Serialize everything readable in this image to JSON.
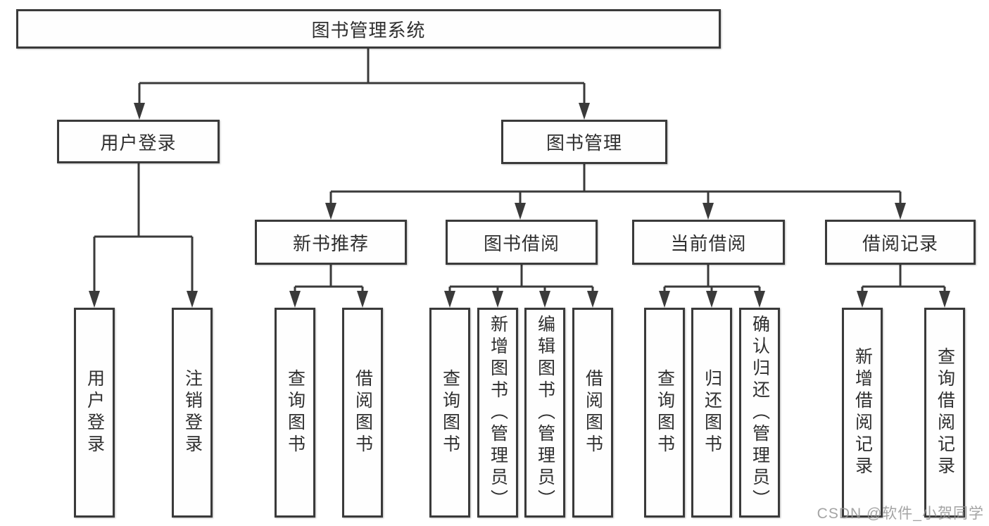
{
  "diagram": {
    "type": "hierarchy-tree",
    "colors": {
      "background": "#ffffff",
      "line": "#3a3a3a",
      "box_border": "#3a3a3a",
      "box_fill": "#fefefe",
      "text": "#2f2f2f",
      "watermark": "#949494"
    },
    "root": {
      "label": "图书管理系统"
    },
    "branches": [
      {
        "label": "用户登录",
        "children": [
          {
            "label": "用户登录"
          },
          {
            "label": "注销登录"
          }
        ]
      },
      {
        "label": "图书管理",
        "children": [
          {
            "label": "新书推荐",
            "children": [
              {
                "label": "查询图书"
              },
              {
                "label": "借阅图书"
              }
            ]
          },
          {
            "label": "图书借阅",
            "children": [
              {
                "label": "查询图书"
              },
              {
                "label": "新增图书（管理员）"
              },
              {
                "label": "编辑图书（管理员）"
              },
              {
                "label": "借阅图书"
              }
            ]
          },
          {
            "label": "当前借阅",
            "children": [
              {
                "label": "查询图书"
              },
              {
                "label": "归还图书"
              },
              {
                "label": "确认归还（管理员）"
              }
            ]
          },
          {
            "label": "借阅记录",
            "children": [
              {
                "label": "新增借阅记录"
              },
              {
                "label": "查询借阅记录"
              }
            ]
          }
        ]
      }
    ],
    "watermark": "CSDN @软件_小贺同学"
  }
}
